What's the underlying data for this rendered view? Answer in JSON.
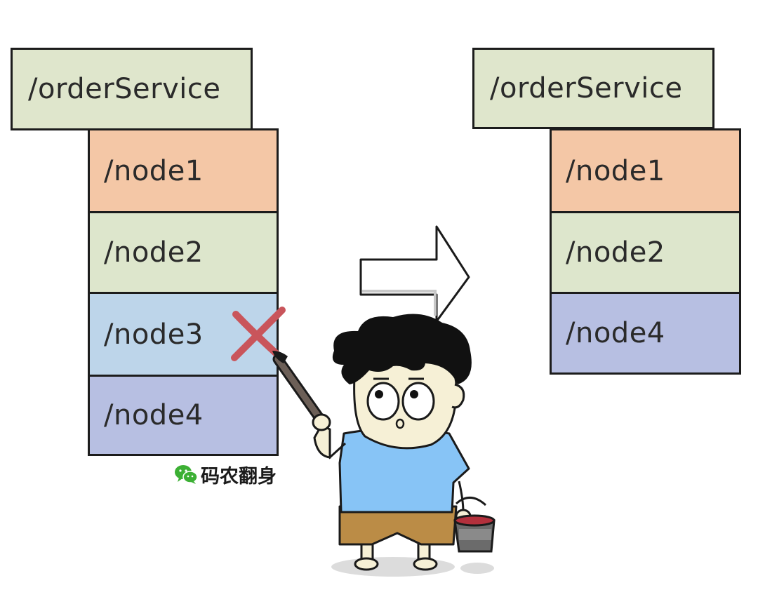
{
  "left_tree": {
    "root_label": "/orderService",
    "nodes": [
      {
        "label": "/node1",
        "color": "#f4c7a6"
      },
      {
        "label": "/node2",
        "color": "#dde6cc"
      },
      {
        "label": "/node3",
        "color": "#bdd5ea",
        "deleted": true
      },
      {
        "label": "/node4",
        "color": "#b7bfe2"
      }
    ]
  },
  "right_tree": {
    "root_label": "/orderService",
    "nodes": [
      {
        "label": "/node1",
        "color": "#f4c7a6"
      },
      {
        "label": "/node2",
        "color": "#dde6cc"
      },
      {
        "label": "/node4",
        "color": "#b7bfe2"
      }
    ]
  },
  "colors": {
    "root": "#dfe6cc",
    "delete_mark": "#c9555b",
    "outline": "#1c1c1c",
    "wechat_green": "#3cb034"
  },
  "watermark": {
    "icon": "wechat-icon",
    "text": "码农翻身"
  },
  "icons": [
    "right-arrow-icon",
    "delete-x-icon",
    "wechat-icon",
    "cartoon-painter-icon"
  ]
}
